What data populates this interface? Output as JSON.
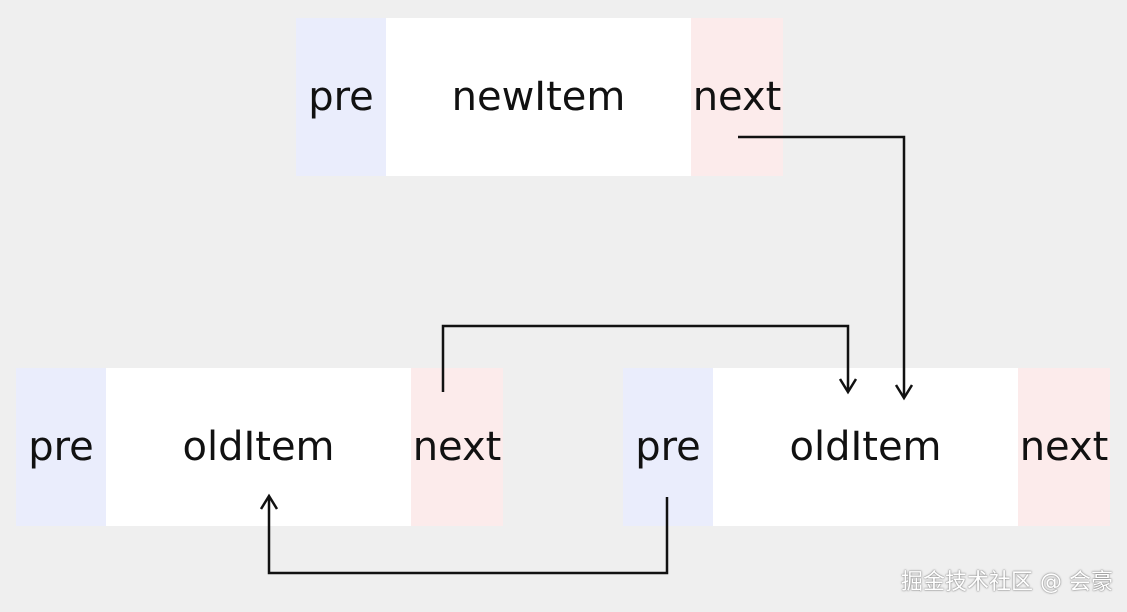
{
  "nodes": {
    "new_item": {
      "pre": "pre",
      "label": "newItem",
      "next": "next"
    },
    "old_item_left": {
      "pre": "pre",
      "label": "oldItem",
      "next": "next"
    },
    "old_item_right": {
      "pre": "pre",
      "label": "oldItem",
      "next": "next"
    }
  },
  "colors": {
    "background": "#efefef",
    "pre_cell": "#eaedfc",
    "body_cell": "#ffffff",
    "next_cell": "#fcebeb",
    "arrow": "#111111"
  },
  "watermark": "掘金技术社区 @ 会豪"
}
